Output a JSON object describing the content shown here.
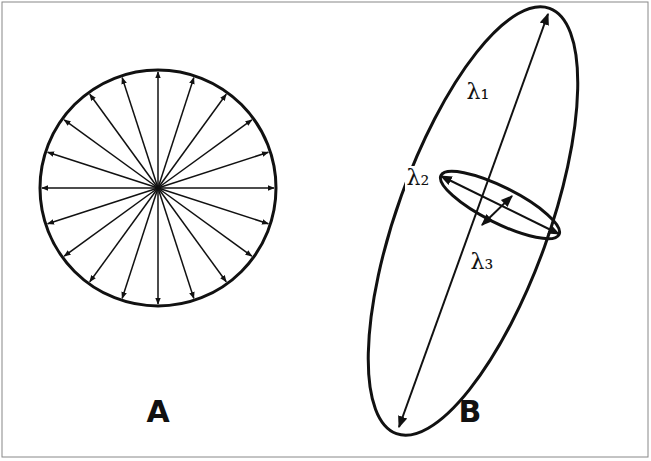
{
  "diagram": {
    "labels": [
      "A",
      "B",
      "λ₁",
      "λ₂",
      "λ₃"
    ]
  }
}
